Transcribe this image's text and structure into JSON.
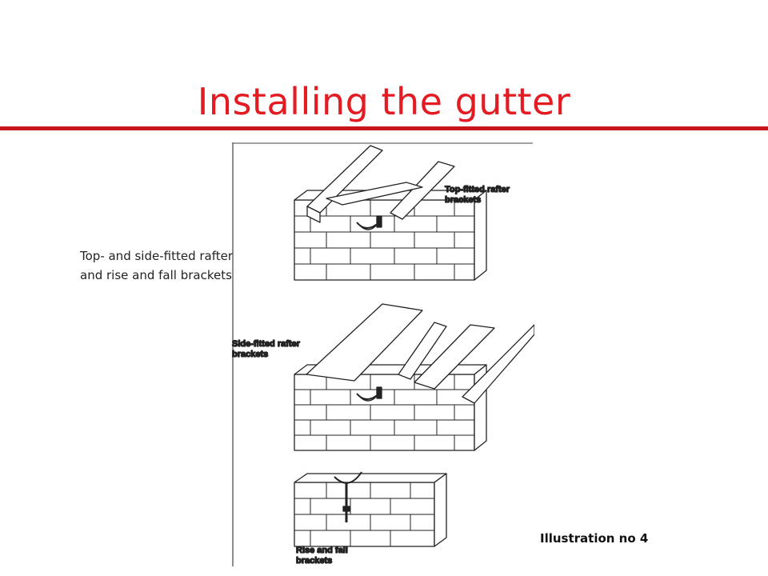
{
  "slide": {
    "title": "Installing the gutter",
    "caption": "Top- and side-fitted rafter and rise and fall brackets",
    "illustration_number": "Illustration no 4",
    "accent_color": "#e31b23"
  },
  "figure": {
    "labels": {
      "top_fitted_line1": "Top-fitted rafter",
      "top_fitted_line2": "brackets",
      "side_fitted_line1": "Side-fitted rafter",
      "side_fitted_line2": "brackets",
      "rise_fall_line1": "Rise and fall",
      "rise_fall_line2": "brackets"
    }
  }
}
